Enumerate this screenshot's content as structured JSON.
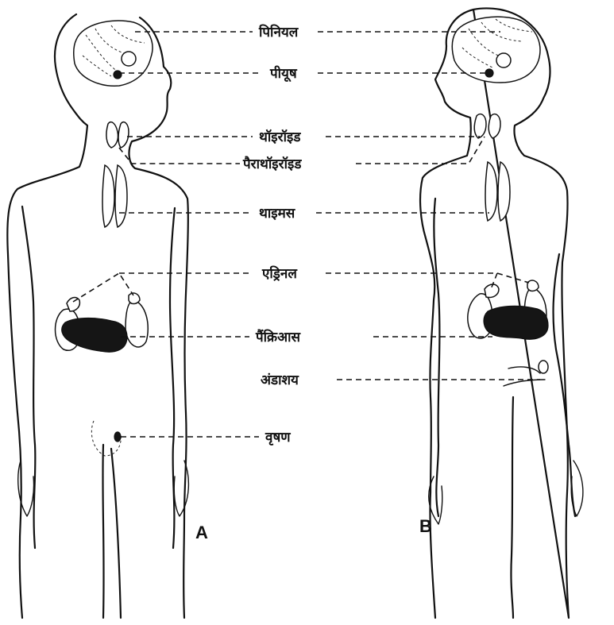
{
  "labels": {
    "pineal": "पिनियल",
    "pituitary": "पीयूष",
    "thyroid": "थॉइरॉइड",
    "parathyroid": "पैराथॉइरॉइड",
    "thymus": "थाइमस",
    "adrenal": "एड्रिनल",
    "pancreas": "पैंक्रिआस",
    "ovary": "अंडाशय",
    "testis": "वृषण"
  },
  "figures": {
    "male_tag": "A",
    "female_tag": "B"
  }
}
